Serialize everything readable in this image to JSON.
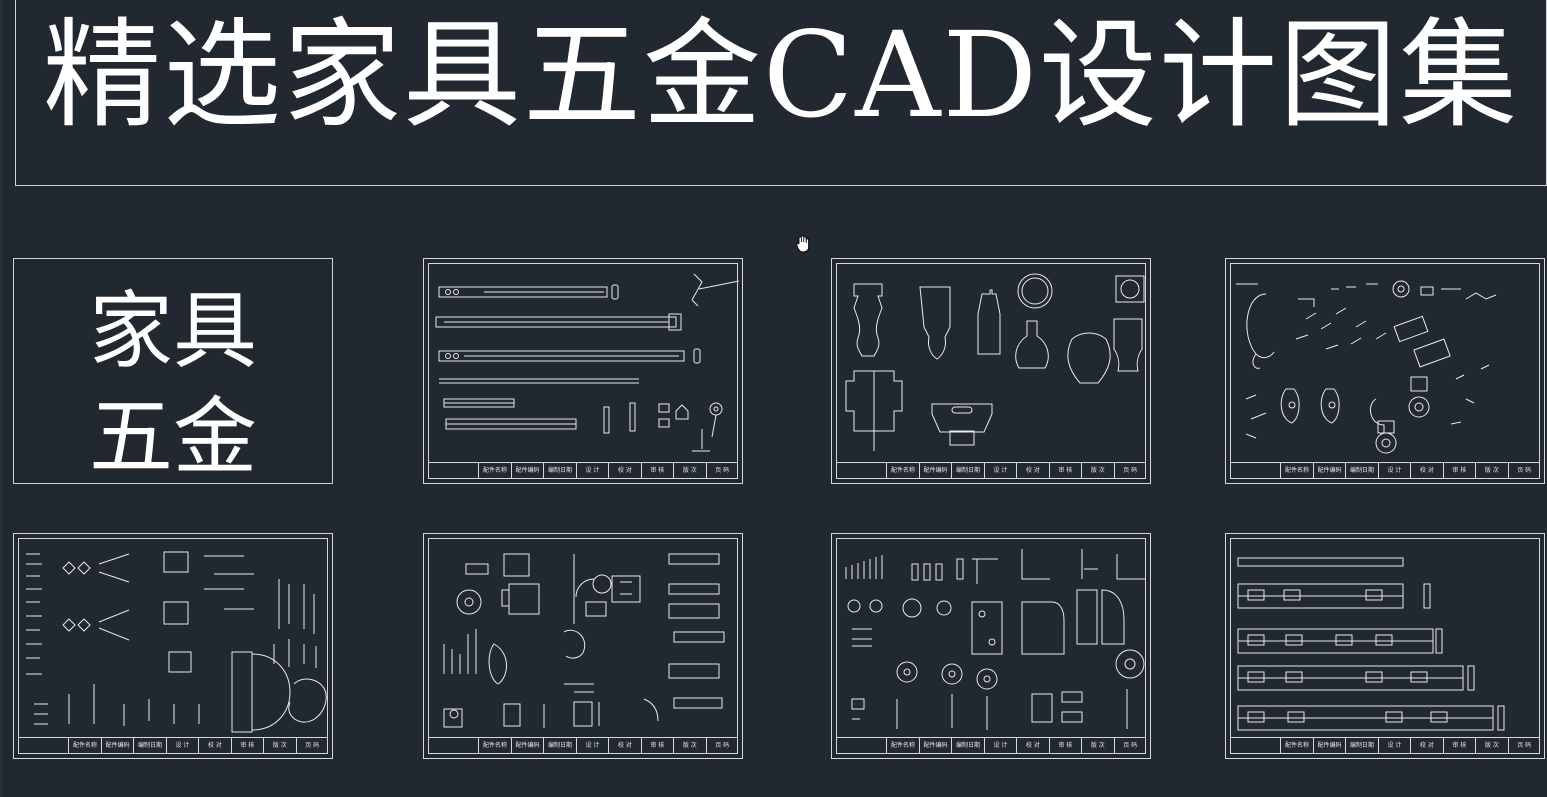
{
  "title": "精选家具五金CAD设计图集",
  "cover": {
    "line1": "家具",
    "line2": "五金"
  },
  "title_block": [
    "配件名称",
    "配件编码",
    "编制日期",
    "设 计",
    "校 对",
    "审 核",
    "版 次",
    "页 码"
  ],
  "sheets": [
    {
      "id": "slides"
    },
    {
      "id": "legs"
    },
    {
      "id": "small-parts"
    },
    {
      "id": "fasteners"
    },
    {
      "id": "hinges-locks"
    },
    {
      "id": "connectors"
    },
    {
      "id": "drawer-rails"
    }
  ],
  "colors": {
    "background": "#212830",
    "lines": "#d5d8da",
    "text": "#ffffff"
  },
  "icons": {
    "cursor": "hand-pan-icon"
  }
}
